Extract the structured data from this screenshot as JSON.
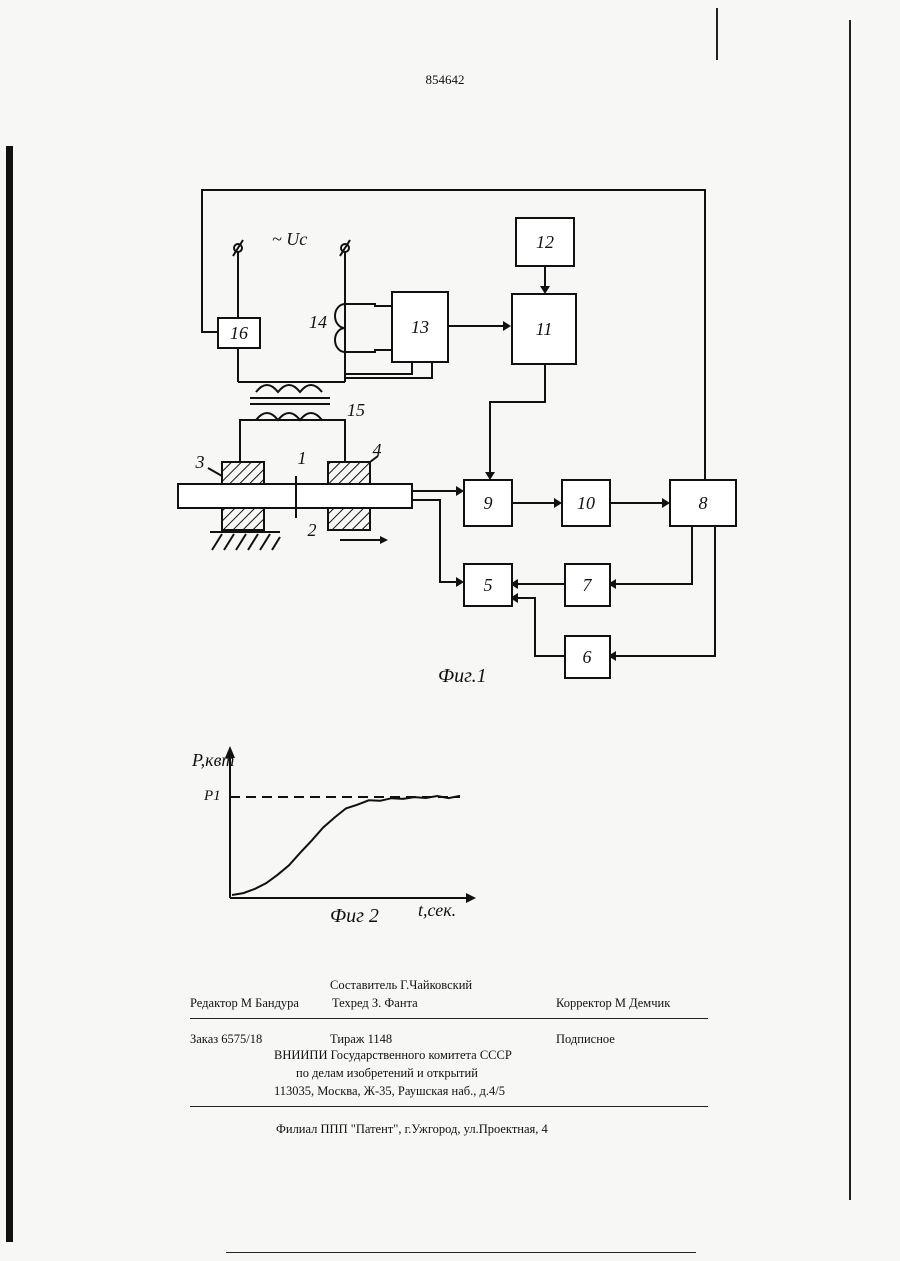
{
  "patent_number": "854642",
  "fig1": {
    "caption": "Фиг.1",
    "supply_label": "~ Uс",
    "blocks": [
      "5",
      "6",
      "7",
      "8",
      "9",
      "10",
      "11",
      "12",
      "13",
      "16"
    ],
    "labels": [
      "1",
      "2",
      "3",
      "4",
      "14",
      "15"
    ]
  },
  "fig2": {
    "caption": "Фиг 2",
    "y_axis_label": "P,квт",
    "x_axis_label": "t,сек.",
    "level_label": "P1"
  },
  "chart_data": {
    "type": "line",
    "title": "Фиг 2",
    "xlabel": "t,сек.",
    "ylabel": "P,квт",
    "x": [
      0,
      0.05,
      0.1,
      0.15,
      0.2,
      0.25,
      0.3,
      0.35,
      0.4,
      0.45,
      0.5,
      0.55,
      0.6,
      0.65,
      0.7,
      0.75,
      0.8,
      0.85,
      0.9,
      0.95,
      1.0
    ],
    "y": [
      0.02,
      0.04,
      0.08,
      0.14,
      0.22,
      0.32,
      0.44,
      0.57,
      0.69,
      0.8,
      0.88,
      0.93,
      0.96,
      0.97,
      0.98,
      0.99,
      0.99,
      1.0,
      1.0,
      1.0,
      1.0
    ],
    "reference_level": {
      "label": "P1",
      "y": 1.0
    },
    "grid": false
  },
  "colophon": {
    "compiler": "Составитель Г.Чайковский",
    "editor": "Редактор М Бандура",
    "techred": "Техред   З. Фанта",
    "corrector": "Корректор М Демчик",
    "order": "Заказ 6575/18",
    "circulation": "Тираж 1148",
    "subscription": "Подписное",
    "org1": "ВНИИПИ Государственного комитета СССР",
    "org2": "по делам изобретений и открытий",
    "address": "113035, Москва, Ж-35, Раушская наб., д.4/5",
    "branch": "Филиал ППП \"Патент\", г.Ужгород, ул.Проектная, 4"
  }
}
